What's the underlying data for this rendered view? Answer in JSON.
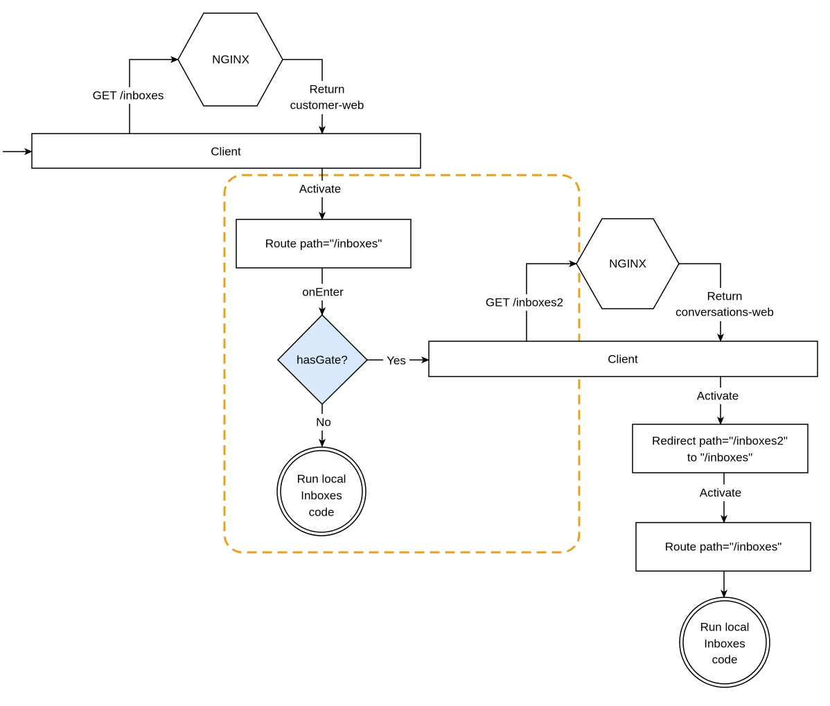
{
  "nodes": {
    "nginx_1": "NGINX",
    "client_1": "Client",
    "route_1": "Route path=\"/inboxes\"",
    "has_gate": "hasGate?",
    "run_local_1": [
      "Run local",
      "Inboxes",
      "code"
    ],
    "nginx_2": "NGINX",
    "client_2": "Client",
    "redirect": [
      "Redirect path=\"/inboxes2\"",
      "to \"/inboxes\""
    ],
    "route_2": "Route path=\"/inboxes\"",
    "run_local_2": [
      "Run local",
      "Inboxes",
      "code"
    ]
  },
  "edges": {
    "get_inboxes": "GET /inboxes",
    "return_customer_web": [
      "Return",
      "customer-web"
    ],
    "activate_1": "Activate",
    "on_enter": "onEnter",
    "yes": "Yes",
    "no": "No",
    "get_inboxes2": "GET /inboxes2",
    "return_conversations_web": [
      "Return",
      "conversations-web"
    ],
    "activate_2": "Activate",
    "activate_3": "Activate"
  },
  "colors": {
    "group_border": "#e8a020",
    "decision_fill": "#dae8fc"
  }
}
